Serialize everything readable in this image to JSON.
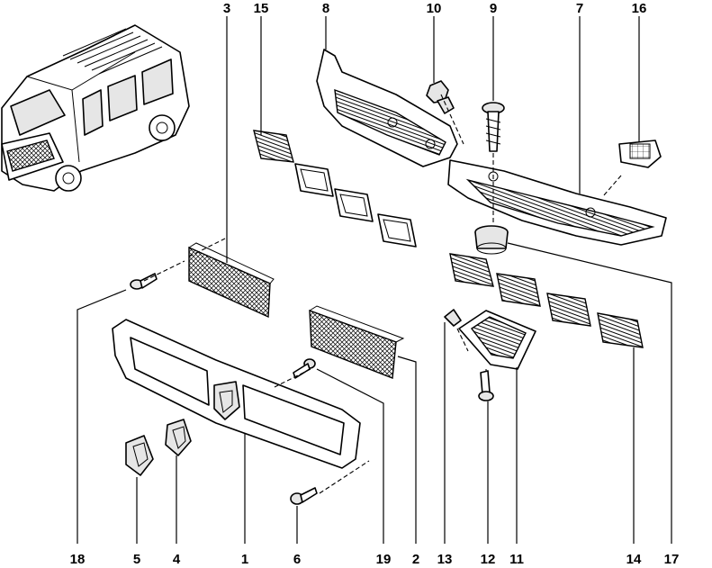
{
  "callouts_top": [
    "3",
    "15",
    "8",
    "10",
    "9",
    "7",
    "16"
  ],
  "callouts_bottom": [
    "18",
    "5",
    "4",
    "1",
    "6",
    "19",
    "2",
    "13",
    "12",
    "11",
    "14",
    "17"
  ]
}
